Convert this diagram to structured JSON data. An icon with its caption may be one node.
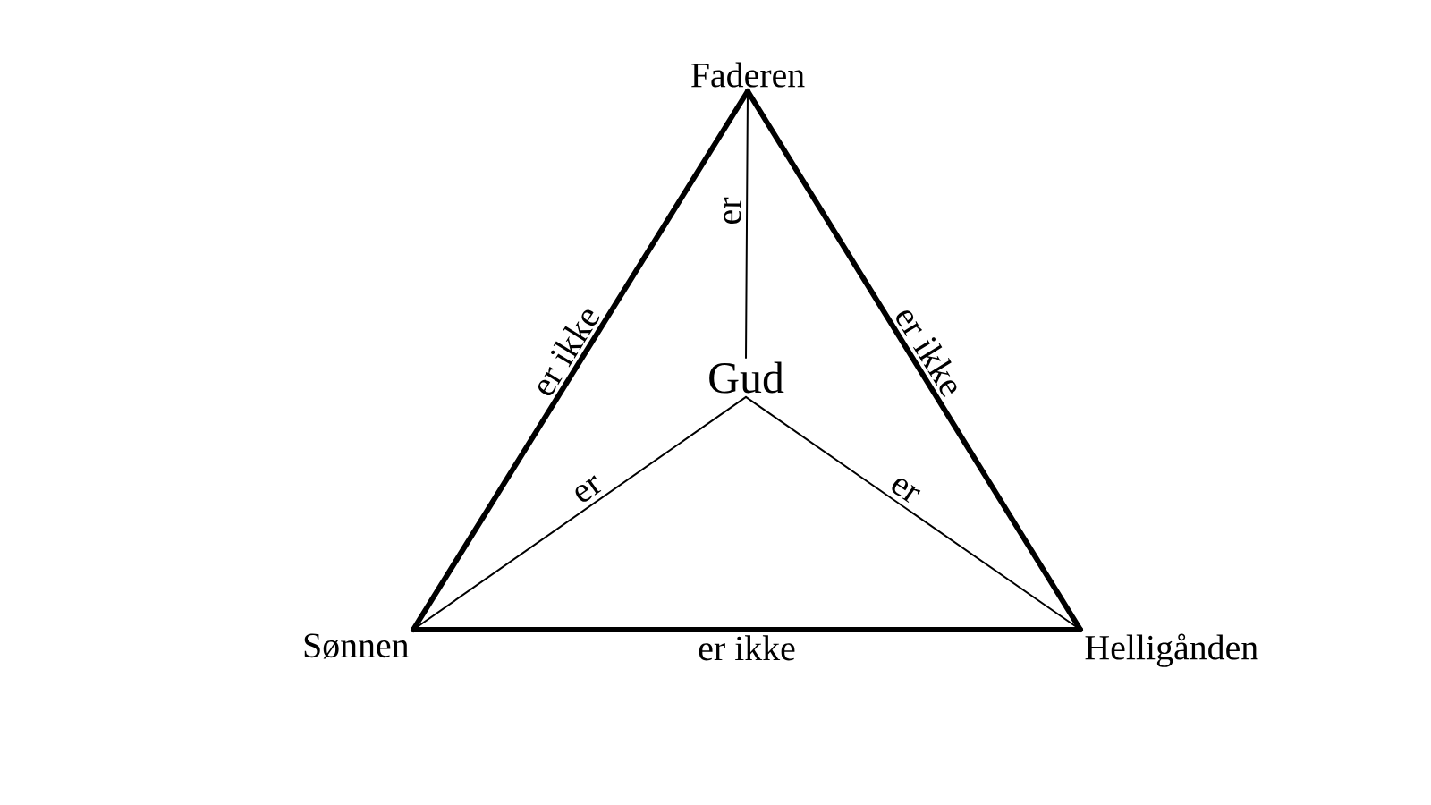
{
  "diagram": {
    "nodes": [
      {
        "text": [
          "Faderen"
        ]
      },
      {
        "text": [
          "Sønnen"
        ]
      },
      {
        "text": [
          "Helligånden"
        ]
      },
      {
        "text": [
          "Gud"
        ]
      }
    ],
    "edges": [
      {
        "from": 0,
        "to": 1,
        "arrow": "none",
        "label": "er ikke",
        "style": "thick"
      },
      {
        "from": 0,
        "to": 2,
        "arrow": "none",
        "label": "er ikke",
        "style": "thick"
      },
      {
        "from": 1,
        "to": 2,
        "arrow": "none",
        "label": "er ikke",
        "style": "thick"
      },
      {
        "from": 3,
        "to": 0,
        "arrow": "none",
        "label": "er"
      },
      {
        "from": 3,
        "to": 1,
        "arrow": "none",
        "label": "er"
      },
      {
        "from": 3,
        "to": 2,
        "arrow": "none",
        "label": "er"
      }
    ]
  }
}
